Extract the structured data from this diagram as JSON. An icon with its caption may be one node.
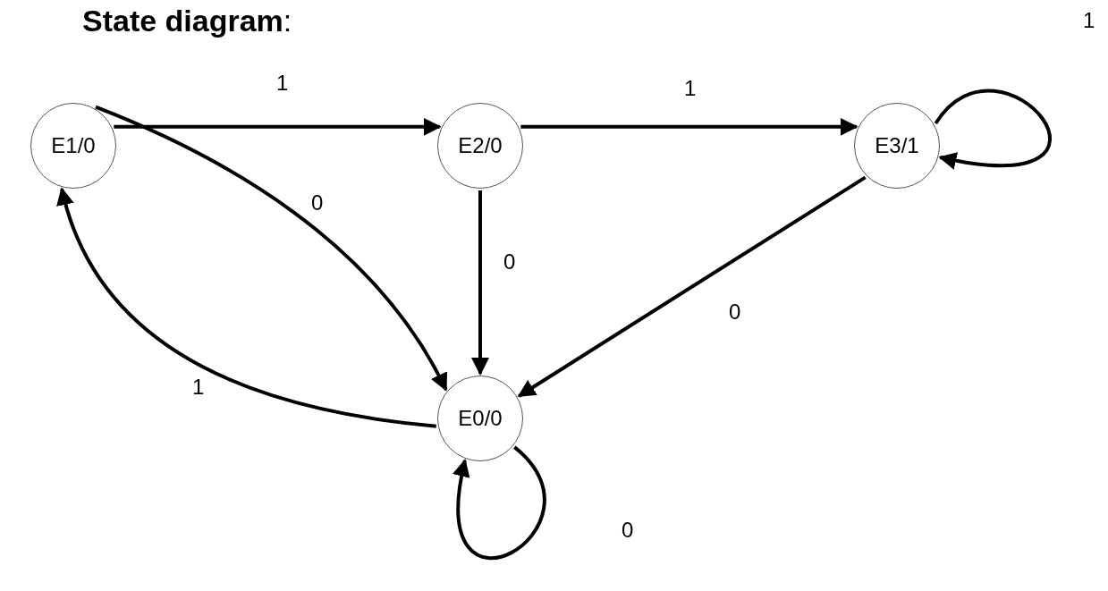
{
  "diagram": {
    "title": "**State diagram**:",
    "nodes": [
      {
        "text": [
          "E1/0"
        ]
      },
      {
        "text": [
          "E2/0"
        ]
      },
      {
        "text": [
          "E3/1"
        ]
      },
      {
        "text": [
          "E0/0"
        ]
      }
    ],
    "edges": [
      {
        "from": 0,
        "to": 1,
        "arrow": "to",
        "label": "1"
      },
      {
        "from": 1,
        "to": 2,
        "arrow": "to",
        "label": "1"
      },
      {
        "from": 2,
        "to": 2,
        "arrow": "to",
        "label": "1"
      },
      {
        "from": 1,
        "to": 3,
        "arrow": "to",
        "label": "0"
      },
      {
        "from": 2,
        "to": 3,
        "arrow": "to",
        "label": "0"
      },
      {
        "from": 0,
        "to": 3,
        "arrow": "to",
        "label": "0"
      },
      {
        "from": 3,
        "to": 0,
        "arrow": "to",
        "label": "1"
      },
      {
        "from": 3,
        "to": 3,
        "arrow": "to",
        "label": "0"
      }
    ]
  }
}
